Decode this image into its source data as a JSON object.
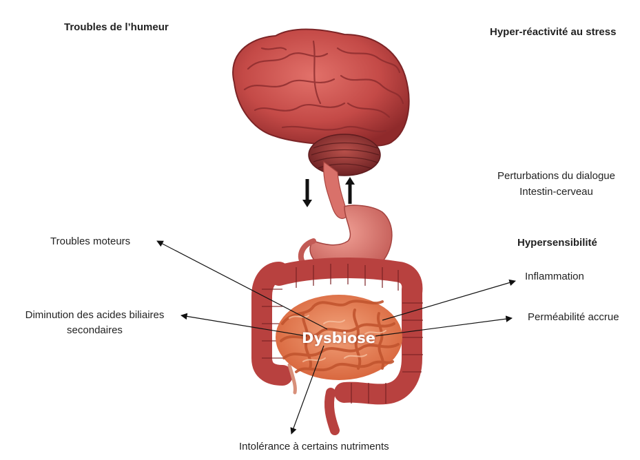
{
  "headings": {
    "mood": "Troubles de l’humeur",
    "stress": "Hyper-réactivité au stress",
    "hypersensitivity": "Hypersensibilité"
  },
  "labels": {
    "dialogue_line1": "Perturbations du dialogue",
    "dialogue_line2": "Intestin-cerveau",
    "motor": "Troubles moteurs",
    "bile_line1": "Diminution des acides biliaires",
    "bile_line2": "secondaires",
    "inflammation": "Inflammation",
    "permeability": "Perméabilité accrue",
    "intolerance": "Intolérance à certains nutriments",
    "center": "Dysbiose"
  },
  "colors": {
    "organ_red": "#c8494a",
    "organ_dark": "#8e2a2c",
    "intestine_orange": "#e07a55",
    "stomach": "#d9726a"
  }
}
